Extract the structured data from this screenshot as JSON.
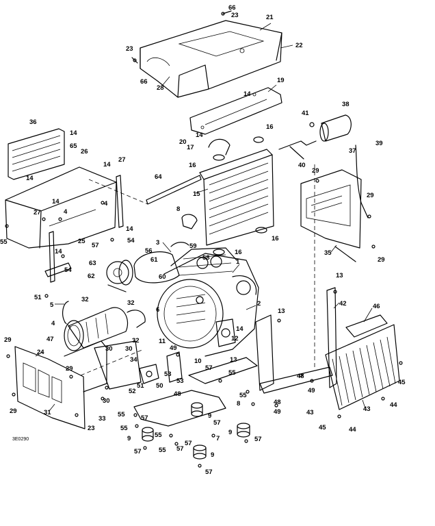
{
  "figure_code": "3E0290",
  "callouts": {
    "c66a": "66",
    "c23a": "23",
    "c21": "21",
    "c22": "22",
    "c23b": "23",
    "c66b": "66",
    "c28": "28",
    "c19": "19",
    "c14a": "14",
    "c14b": "14",
    "c20": "20",
    "c41": "41",
    "c38": "38",
    "c16a": "16",
    "c17": "17",
    "c37": "37",
    "c39": "39",
    "c36": "36",
    "c14c": "14",
    "c65": "65",
    "c26": "26",
    "c16b": "16",
    "c40": "40",
    "c29a": "29",
    "c14d": "14",
    "c27a": "27",
    "c64": "64",
    "c15": "15",
    "c14e": "14",
    "c14f": "14",
    "c29b": "29",
    "c27b": "27",
    "c4a": "4",
    "c8": "8",
    "c4b": "4",
    "c14g": "14",
    "c55a": "55",
    "c25": "25",
    "c16c": "16",
    "c35": "35",
    "c57a": "57",
    "c54a": "54",
    "c3": "3",
    "c59": "59",
    "c58": "58",
    "c16d": "16",
    "c29c": "29",
    "c1": "1",
    "c14h": "14",
    "c63": "63",
    "c56": "56",
    "c61": "61",
    "c62": "62",
    "c60": "60",
    "c54b": "54",
    "c51a": "51",
    "c13a": "13",
    "c32a": "32",
    "c5": "5",
    "c32b": "32",
    "c2": "2",
    "c42": "42",
    "c46": "46",
    "c13b": "13",
    "c4c": "4",
    "c14i": "14",
    "c12": "12",
    "c32c": "32",
    "c11": "11",
    "c47": "47",
    "c30a": "30",
    "c30b": "30",
    "c29d": "29",
    "c24": "24",
    "c49a": "49",
    "c34": "34",
    "c10": "10",
    "c13c": "13",
    "c45a": "45",
    "c43a": "43",
    "c29e": "29",
    "c57b": "57",
    "c55b": "55",
    "c53a": "53",
    "c52": "52",
    "c51b": "51",
    "c50": "50",
    "c53b": "53",
    "c6": "6",
    "c48a": "48",
    "c49b": "49",
    "c30c": "30",
    "c55c": "55",
    "c48b": "48",
    "c8b": "8",
    "c49c": "49",
    "c44a": "44",
    "c29f": "29",
    "c31": "31",
    "c33": "33",
    "c23c": "23",
    "c57c": "57",
    "c55d": "55",
    "c9a": "9",
    "c45b": "45",
    "c43b": "43",
    "c44b": "44",
    "c55e": "55",
    "c55f": "55",
    "c57d": "57",
    "c9b": "9",
    "c57e": "57",
    "c7": "7",
    "c9c": "9",
    "c57f": "57",
    "c55g": "55",
    "c57g": "57",
    "c9d": "9",
    "c57h": "57",
    "c57i": "57",
    "c48c": "48"
  }
}
